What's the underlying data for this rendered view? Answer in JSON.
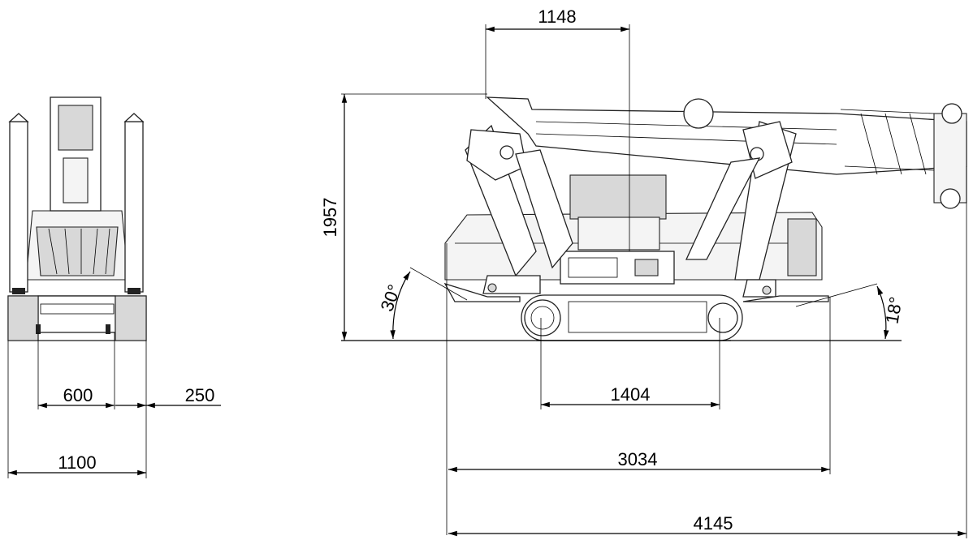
{
  "dimensions": {
    "top_width": "1148",
    "height": "1957",
    "angle_front": "30°",
    "angle_rear": "18°",
    "track_length": "1404",
    "track_width": "600",
    "track_side": "250",
    "overall_width": "1100",
    "outrigger_span": "3034",
    "overall_length": "4145"
  }
}
